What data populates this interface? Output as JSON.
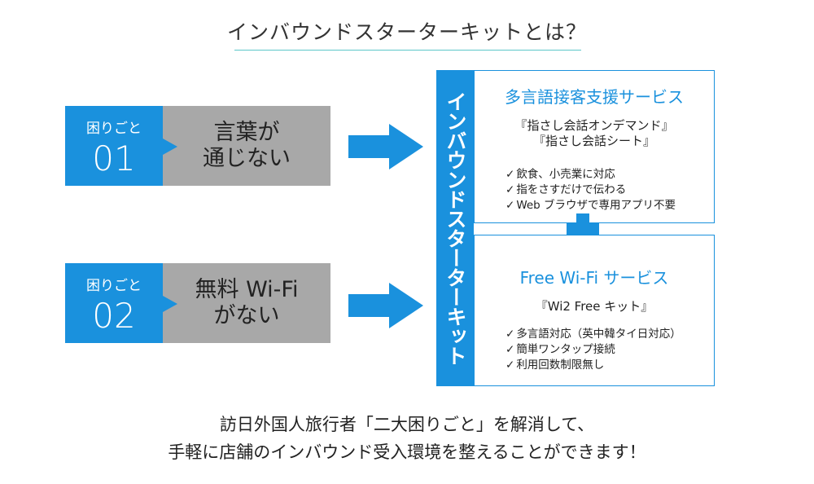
{
  "title": "インバウンドスターターキットとは？",
  "problems": [
    {
      "tag": "困りごと",
      "number": "01",
      "text": "言葉が\n通じない"
    },
    {
      "tag": "困りごと",
      "number": "02",
      "text": "無料 Wi-Fi\nがない"
    }
  ],
  "banner": "インバウンドスターターキット",
  "services": [
    {
      "title": "多言語接客支援サービス",
      "subtitle": "『指さし会話オンデマンド』\n『指さし会話シート』",
      "features": [
        "飲食、小売業に対応",
        "指をさすだけで伝わる",
        "Web ブラウザで専用アプリ不要"
      ]
    },
    {
      "title": "Free Wi-Fi サービス",
      "subtitle": "『Wi2 Free キット』",
      "features": [
        "多言語対応（英中韓タイ日対応）",
        "簡単ワンタップ接続",
        "利用回数制限無し"
      ]
    }
  ],
  "footer": {
    "line1": "訪日外国人旅行者「二大困りごと」を解消して、",
    "line2": "手軽に店舗のインバウンド受入環境を整えることができます！"
  },
  "colors": {
    "accent": "#1a91dd",
    "gray": "#a8a8a8",
    "rule": "#5cc7c9"
  }
}
